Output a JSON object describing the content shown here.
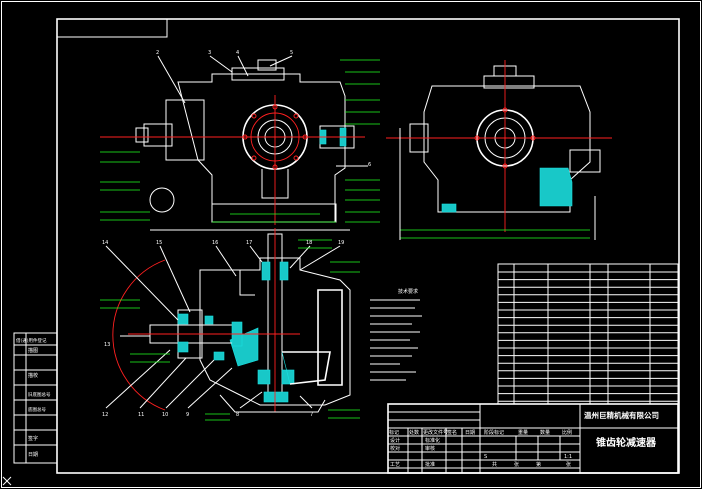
{
  "part_numbers_top": [
    "2",
    "3",
    "4",
    "5",
    "6"
  ],
  "part_numbers_bottom_top": [
    "14",
    "15",
    "16",
    "17",
    "18",
    "19"
  ],
  "part_numbers_bottom_low": [
    "12",
    "11",
    "10",
    "9",
    "8",
    "7"
  ],
  "part_number_left": "13",
  "title_block": {
    "company": "温州巨精机械有限公司",
    "drawing_name": "锥齿轮减速器",
    "scale": "1:1",
    "marks_row": [
      "标记",
      "处数",
      "更改文件号",
      "签名",
      "日期"
    ],
    "design_row": [
      "设计",
      "",
      "标准化"
    ],
    "check_row": [
      "校对",
      "",
      "审核"
    ],
    "process_row": [
      "工艺",
      "",
      "批准"
    ],
    "stage_label": "阶段标记",
    "weight_label": "重量",
    "count_label": "数量",
    "scale_label": "比例",
    "sheet_label": "共",
    "sheet_of": "张",
    "page_label": "第",
    "page_of": "张",
    "stage_s": "S"
  },
  "left_block": {
    "title": "借(通)用件登记",
    "rows": [
      "描图",
      "描校",
      "旧底图总号",
      "底图总号",
      "签字",
      "日期"
    ]
  },
  "tech_requirements_title": "技术要求"
}
